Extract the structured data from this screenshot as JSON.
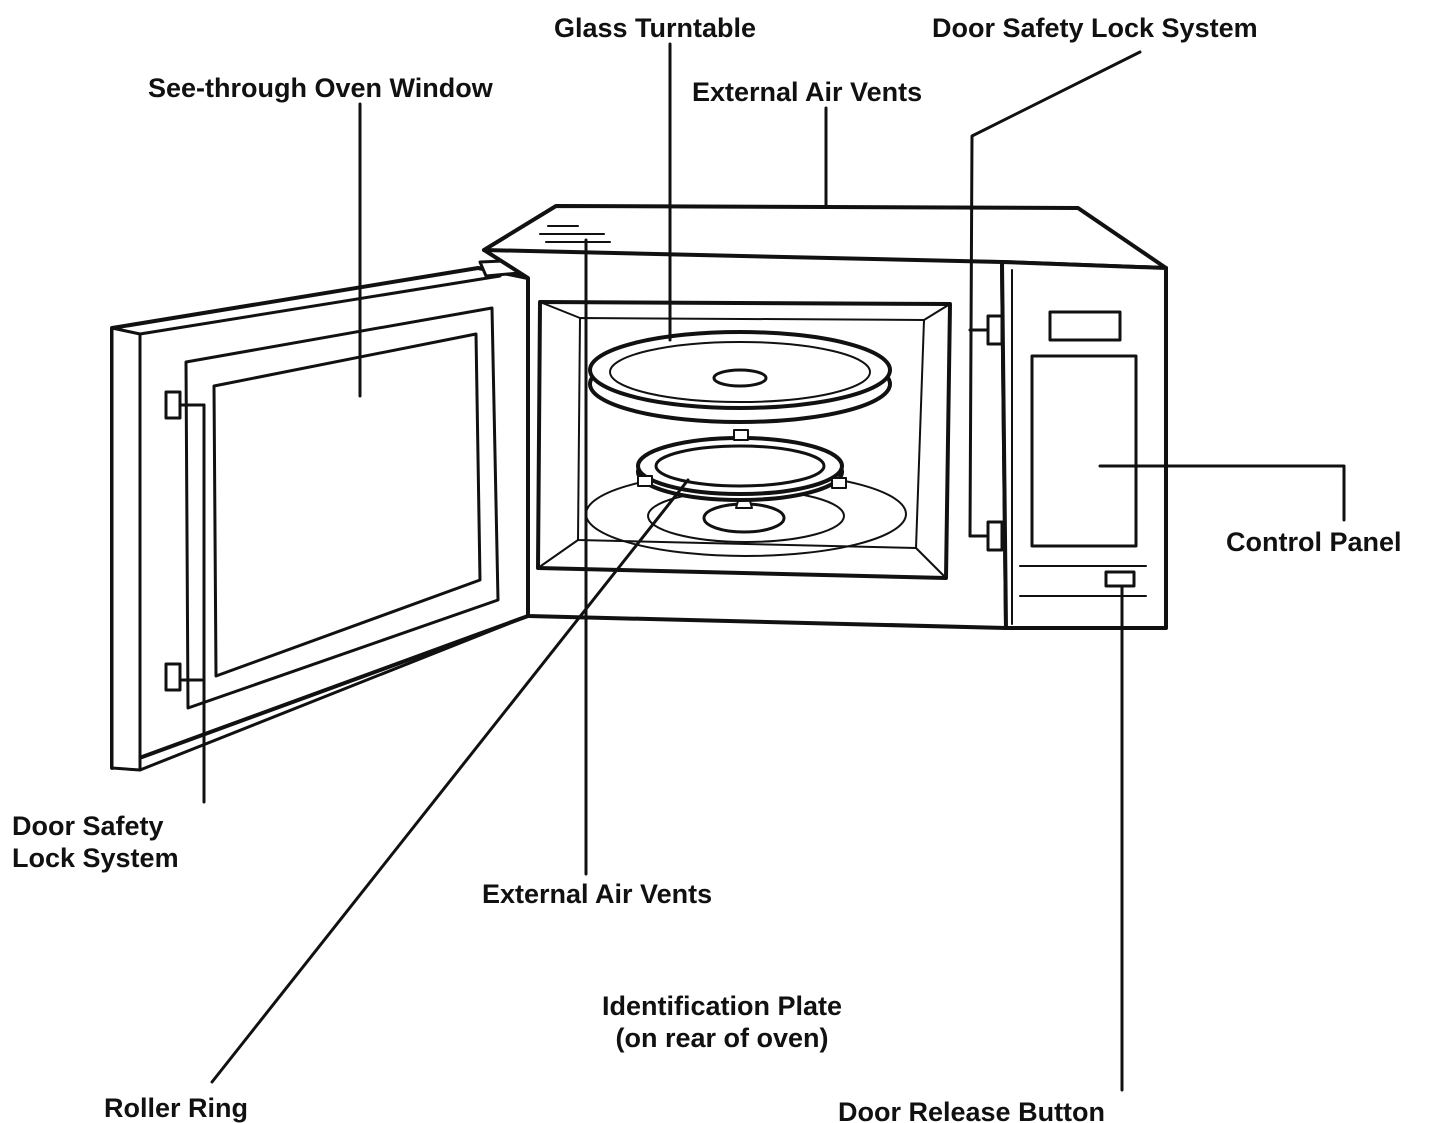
{
  "labels": {
    "glass_turntable": "Glass Turntable",
    "door_safety_lock_top": "Door Safety Lock System",
    "see_through_window": "See-through Oven Window",
    "external_air_vents_top": "External Air Vents",
    "control_panel": "Control Panel",
    "door_safety_lock_left_line1": "Door Safety",
    "door_safety_lock_left_line2": "Lock System",
    "external_air_vents_bottom": "External Air Vents",
    "identification_plate_line1": "Identification Plate",
    "identification_plate_line2": "(on rear of oven)",
    "roller_ring": "Roller Ring",
    "door_release_button": "Door Release Button"
  },
  "colors": {
    "ink": "#111111",
    "paper": "#ffffff"
  }
}
